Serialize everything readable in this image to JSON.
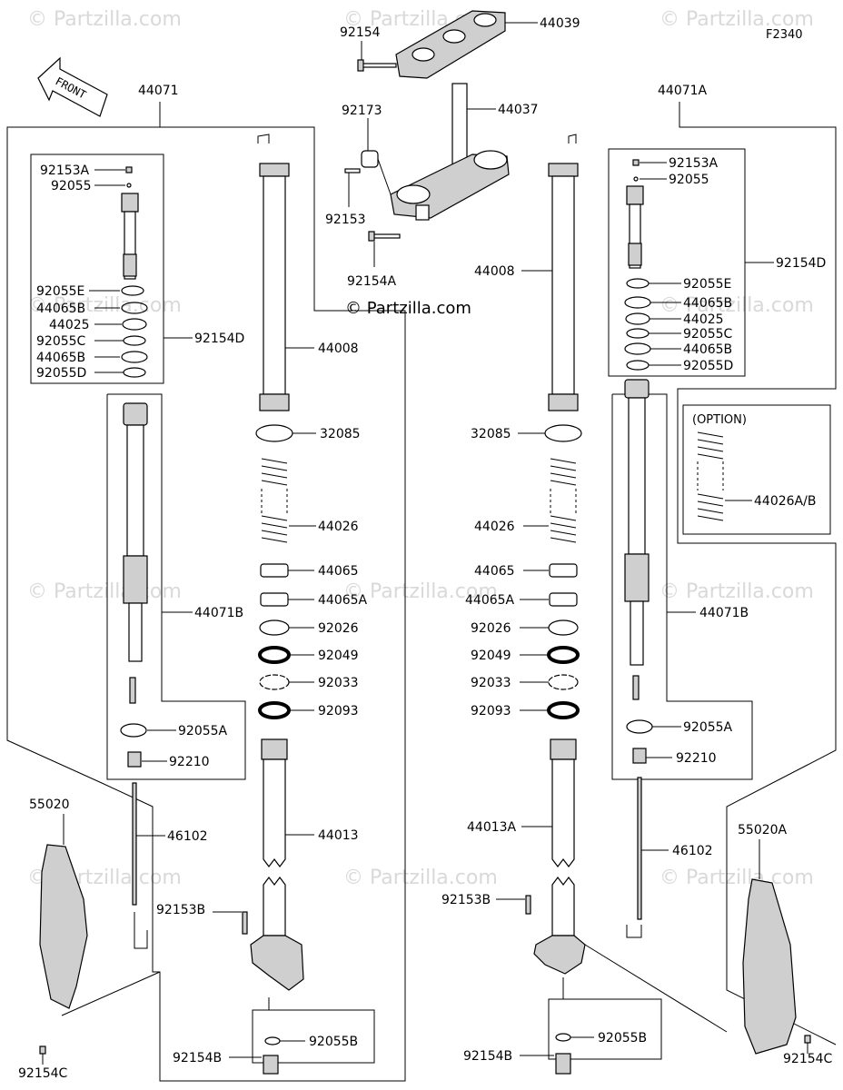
{
  "figure_code": "F2340",
  "watermarks": [
    "© Partzilla.com"
  ],
  "copyright_center": "© Partzilla.com",
  "front_arrow_label": "FRONT",
  "option_box_label": "(OPTION)",
  "labels": {
    "l44039": "44039",
    "l92154_top": "92154",
    "l92173": "92173",
    "l44037": "44037",
    "l92153_mid": "92153",
    "l92154A": "92154A",
    "l44071": "44071",
    "l44071A": "44071A",
    "L_92153A": "92153A",
    "L_92055": "92055",
    "L_92055E": "92055E",
    "L_44065B_1": "44065B",
    "L_44025": "44025",
    "L_92055C": "92055C",
    "L_44065B_2": "44065B",
    "L_92055D": "92055D",
    "L_92154D": "92154D",
    "L_44071B": "44071B",
    "L_92055A": "92055A",
    "L_92210": "92210",
    "L_46102": "46102",
    "L_55020": "55020",
    "L_92153B": "92153B",
    "L_92154B": "92154B",
    "L_92055B": "92055B",
    "L_92154C": "92154C",
    "C_44008": "44008",
    "C_32085": "32085",
    "C_44026": "44026",
    "C_44065": "44065",
    "C_44065A": "44065A",
    "C_92026": "92026",
    "C_92049": "92049",
    "C_92033": "92033",
    "C_92093": "92093",
    "C_44013": "44013",
    "R_44008": "44008",
    "R_32085": "32085",
    "R_44026": "44026",
    "R_44065": "44065",
    "R_44065A": "44065A",
    "R_92026": "92026",
    "R_92049": "92049",
    "R_92033": "92033",
    "R_92093": "92093",
    "R_44013A": "44013A",
    "R_92153B": "92153B",
    "R_92154B": "92154B",
    "R_92055B": "92055B",
    "RR_92153A": "92153A",
    "RR_92055": "92055",
    "RR_92055E": "92055E",
    "RR_44065B_1": "44065B",
    "RR_44025": "44025",
    "RR_92055C": "92055C",
    "RR_44065B_2": "44065B",
    "RR_92055D": "92055D",
    "RR_92154D": "92154D",
    "RR_44026AB": "44026A/B",
    "RR_44071B": "44071B",
    "RR_92055A": "92055A",
    "RR_92210": "92210",
    "RR_46102": "46102",
    "RR_55020A": "55020A",
    "RR_92154C": "92154C"
  }
}
